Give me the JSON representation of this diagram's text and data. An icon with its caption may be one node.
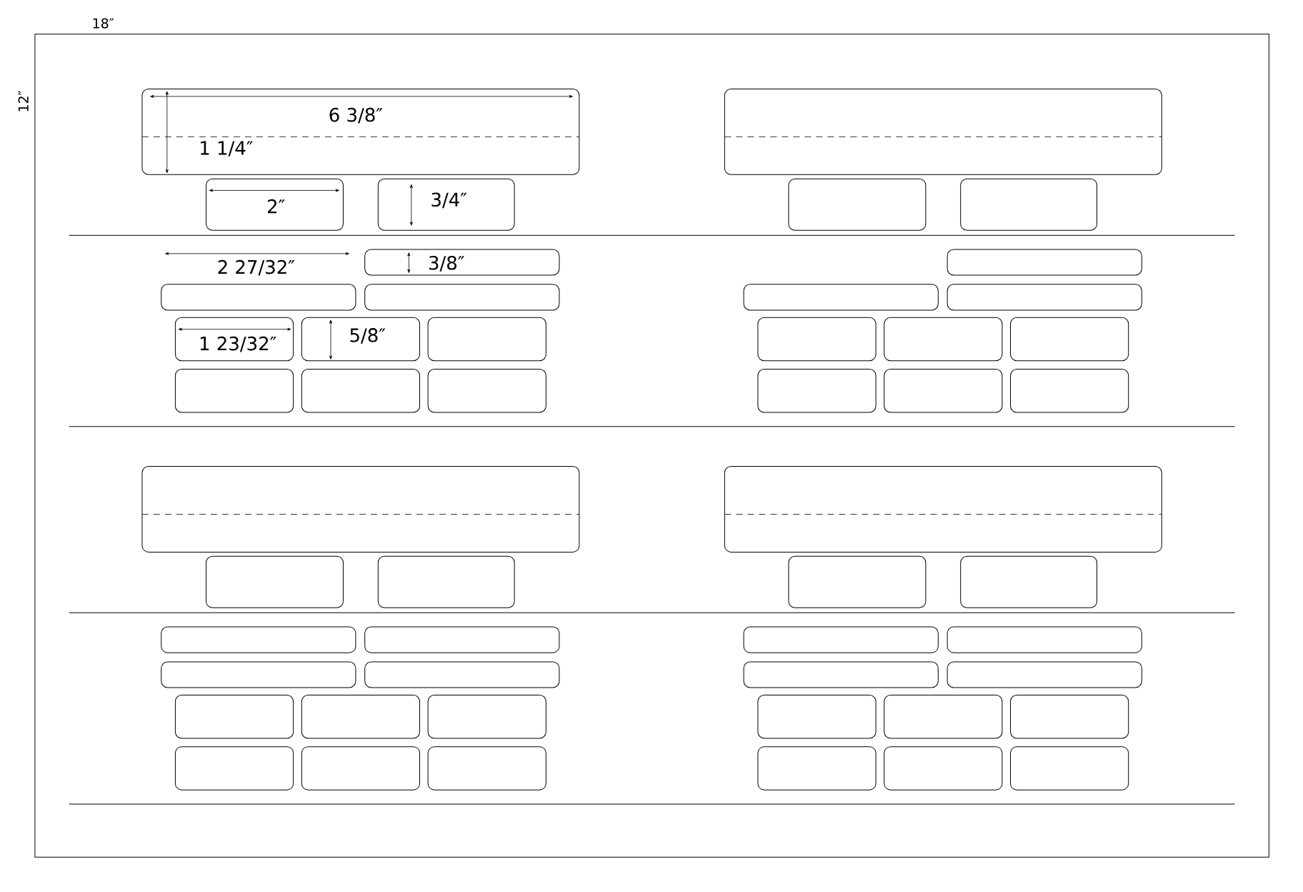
{
  "diagram": {
    "nodes": [
      {
        "text": [],
        "shape": "box"
      },
      {
        "text": [],
        "shape": "box"
      },
      {
        "text": [],
        "shape": "box"
      },
      {
        "text": [],
        "shape": "box"
      },
      {
        "text": [],
        "shape": "box"
      },
      {
        "text": [],
        "shape": "box"
      },
      {
        "text": [],
        "shape": "box"
      },
      {
        "text": [],
        "shape": "box"
      },
      {
        "text": [],
        "shape": "box"
      },
      {
        "text": [],
        "shape": "box"
      },
      {
        "text": [],
        "shape": "box"
      },
      {
        "text": [],
        "shape": "box"
      },
      {
        "text": [],
        "shape": "box"
      },
      {
        "text": [],
        "shape": "box"
      },
      {
        "text": [],
        "shape": "box"
      },
      {
        "text": [],
        "shape": "box"
      },
      {
        "text": [],
        "shape": "box"
      },
      {
        "text": [],
        "shape": "box"
      },
      {
        "text": [],
        "shape": "box"
      },
      {
        "text": [],
        "shape": "box"
      },
      {
        "text": [],
        "shape": "box"
      },
      {
        "text": [],
        "shape": "box"
      },
      {
        "text": [],
        "shape": "box"
      },
      {
        "text": [],
        "shape": "box"
      },
      {
        "text": [],
        "shape": "box"
      },
      {
        "text": [],
        "shape": "box"
      },
      {
        "text": [],
        "shape": "box"
      },
      {
        "text": [],
        "shape": "box"
      },
      {
        "text": [],
        "shape": "box"
      },
      {
        "text": [],
        "shape": "box"
      },
      {
        "text": [],
        "shape": "box"
      },
      {
        "text": [],
        "shape": "box"
      },
      {
        "text": [],
        "shape": "box"
      },
      {
        "text": [],
        "shape": "box"
      },
      {
        "text": [],
        "shape": "box"
      },
      {
        "text": [],
        "shape": "box"
      },
      {
        "text": [],
        "shape": "box"
      },
      {
        "text": [],
        "shape": "box"
      },
      {
        "text": [],
        "shape": "box"
      },
      {
        "text": [],
        "shape": "box"
      },
      {
        "text": [],
        "shape": "box"
      },
      {
        "text": [],
        "shape": "box"
      },
      {
        "text": [],
        "shape": "box"
      },
      {
        "text": [],
        "shape": "box"
      },
      {
        "text": [],
        "shape": "box"
      },
      {
        "text": [],
        "shape": "box"
      },
      {
        "text": [],
        "shape": "box"
      },
      {
        "text": [],
        "shape": "box"
      },
      {
        "text": [],
        "shape": "box"
      },
      {
        "text": [],
        "shape": "box"
      }
    ],
    "labels": [
      "18″",
      "12″",
      "6 3/8″",
      "1 1/4″",
      "2″",
      "3/4″",
      "2 27/32″",
      "3/8″",
      "1 23/32″",
      "5/8″"
    ]
  }
}
